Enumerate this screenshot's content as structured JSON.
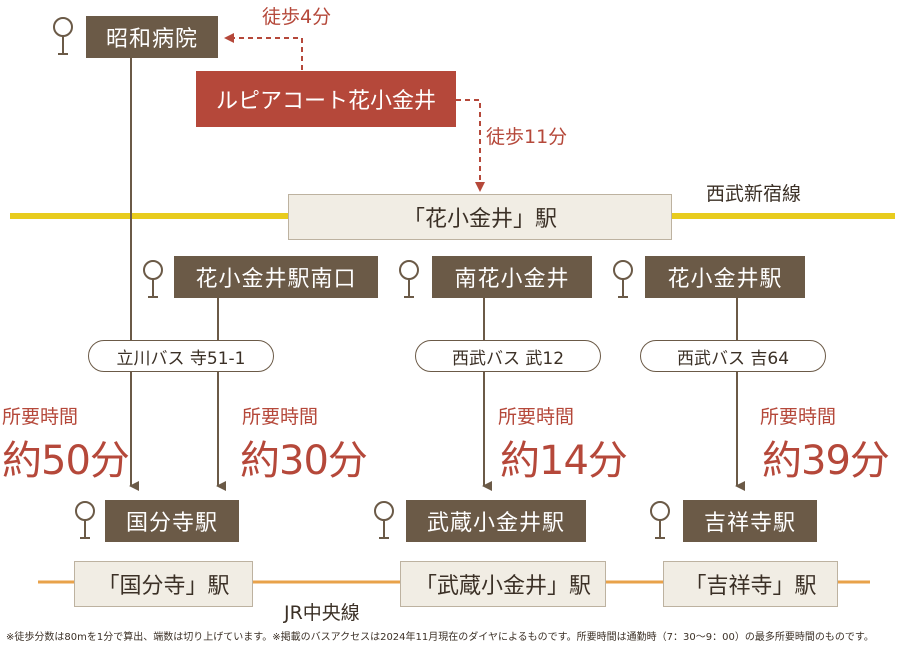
{
  "hospital": {
    "label": "昭和病院"
  },
  "property": {
    "label": "ルピアコート花小金井"
  },
  "walks": {
    "to_hospital": "徒歩4分",
    "to_station": "徒歩11分"
  },
  "seibu_line": {
    "label": "西武新宿線",
    "station": "「花小金井」駅"
  },
  "bus_stops": {
    "minami_guchi": "花小金井駅南口",
    "minami_hana": "南花小金井",
    "hana_eki": "花小金井駅"
  },
  "bus_routes": {
    "tachikawa": "立川バス 寺51-1",
    "seibu_musashi": "西武バス 武12",
    "seibu_kichi": "西武バス 吉64"
  },
  "times": {
    "label": "所要時間",
    "t50": "約50分",
    "t30": "約30分",
    "t14": "約14分",
    "t39": "約39分"
  },
  "destinations": {
    "kokubunji": "国分寺駅",
    "musashikoganei": "武蔵小金井駅",
    "kichijoji": "吉祥寺駅"
  },
  "jr_line": {
    "label": "JR中央線",
    "kokubunji": "「国分寺」駅",
    "musashikoganei": "「武蔵小金井」駅",
    "kichijoji": "「吉祥寺」駅"
  },
  "footnote": "※徒歩分数は80mを1分で算出、端数は切り上げています。※掲載のバスアクセスは2024年11月現在のダイヤによるものです。所要時間は通勤時（7：30〜9：00）の最多所要時間のものです。",
  "colors": {
    "brown_box": "#6b5a47",
    "red_box": "#b5483a",
    "seibu_line": "#e8cc1e",
    "jr_line": "#e8a24a",
    "station_fill": "#f1ede4"
  }
}
